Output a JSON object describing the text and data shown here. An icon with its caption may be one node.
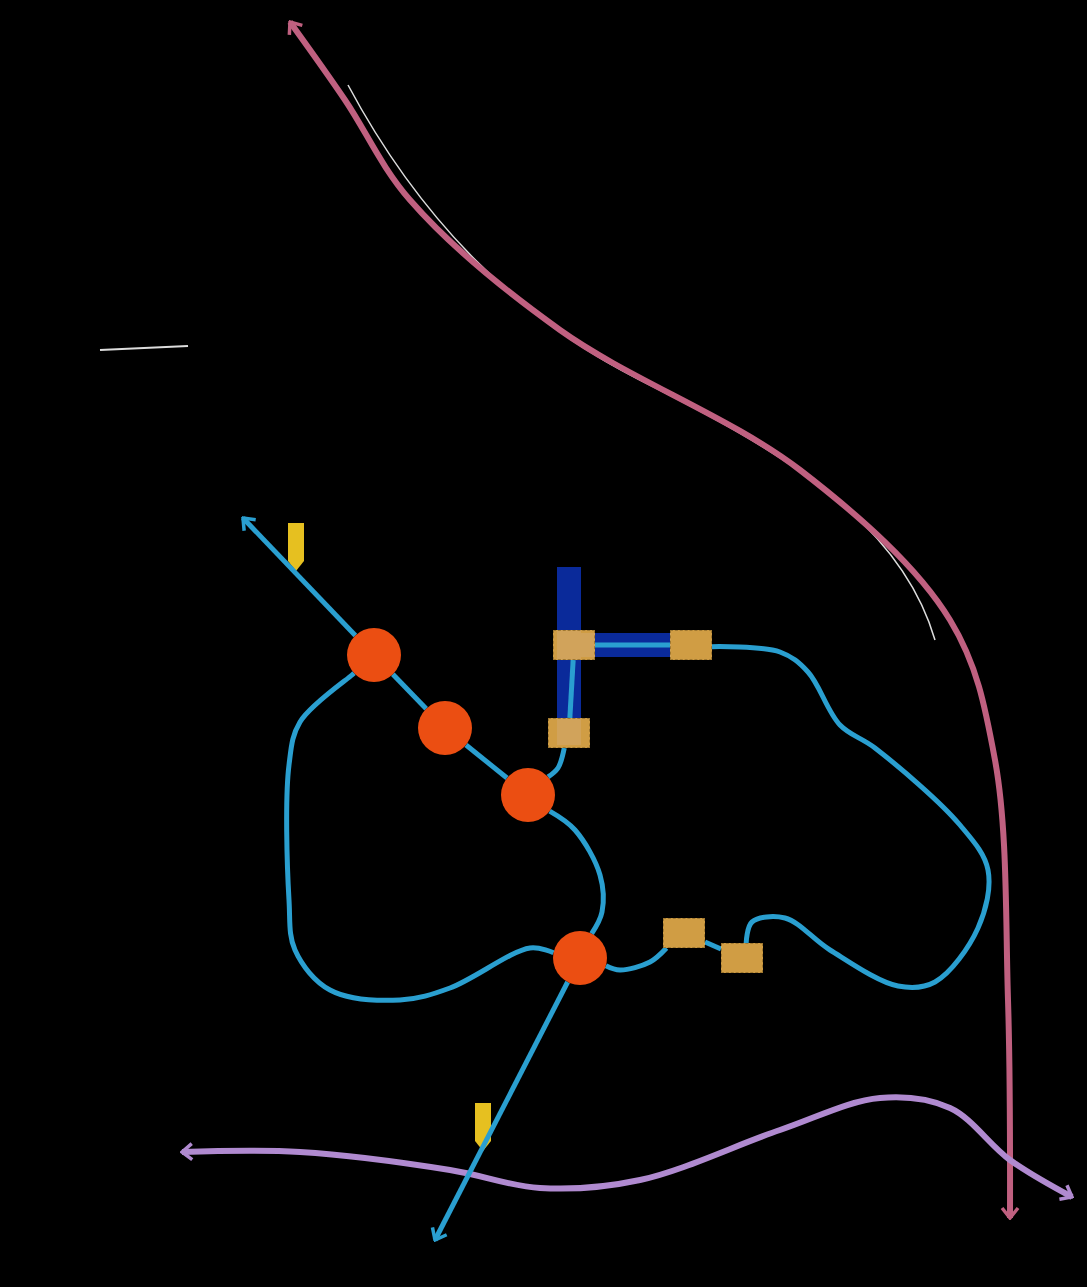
{
  "diagram": {
    "nodes": [
      {
        "text": [],
        "shape": "circle"
      },
      {
        "text": [],
        "shape": "circle"
      },
      {
        "text": [],
        "shape": "circle"
      },
      {
        "text": [],
        "shape": "circle"
      },
      {
        "text": [],
        "shape": "box"
      },
      {
        "text": [],
        "shape": "box"
      },
      {
        "text": [],
        "shape": "box"
      },
      {
        "text": [],
        "shape": "box"
      },
      {
        "text": [],
        "shape": "box"
      }
    ],
    "edges": [
      {
        "from": 0,
        "to": 1,
        "arrow": "none"
      },
      {
        "from": 1,
        "to": 2,
        "arrow": "none"
      },
      {
        "from": 2,
        "to": 3,
        "arrow": "none"
      },
      {
        "from": 2,
        "to": 6,
        "arrow": "none"
      },
      {
        "from": 6,
        "to": 4,
        "arrow": "none"
      },
      {
        "from": 4,
        "to": 5,
        "arrow": "none"
      },
      {
        "from": 5,
        "to": 8,
        "arrow": "none"
      },
      {
        "from": 8,
        "to": 7,
        "arrow": "none"
      },
      {
        "from": 7,
        "to": 3,
        "arrow": "none"
      },
      {
        "from": 3,
        "to": 0,
        "arrow": "none"
      },
      {
        "from": 0,
        "to": null,
        "arrow": "to"
      },
      {
        "from": 3,
        "to": null,
        "arrow": "to"
      }
    ]
  }
}
